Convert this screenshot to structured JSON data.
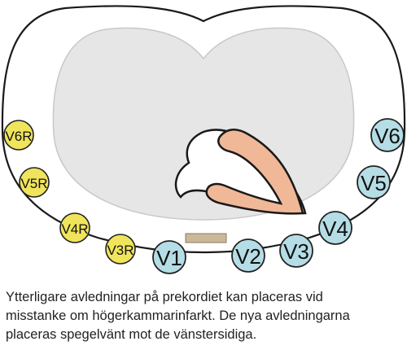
{
  "colors": {
    "body_outline": "#1a1a1a",
    "lung_fill": "#e6e6e6",
    "lung_stroke": "#c8c8c8",
    "heart_right": "#ffffff",
    "heart_left": "#f0b896",
    "heart_outline": "#1a1a1a",
    "sternum": "#c9b99a",
    "lead_standard": "#b5dde6",
    "lead_right": "#f0e45c",
    "lead_stroke": "#222222"
  },
  "leads": {
    "standard": [
      "V1",
      "V2",
      "V3",
      "V4",
      "V5",
      "V6"
    ],
    "right_sided": [
      "V3R",
      "V4R",
      "V5R",
      "V6R"
    ]
  },
  "caption": {
    "line1": "Ytterligare avledningar på prekordiet kan placeras vid",
    "line2": "misstanke om högerkammarinfarkt. De nya avledningarna",
    "line3": "placeras spegelvänt mot de vänstersidiga."
  }
}
